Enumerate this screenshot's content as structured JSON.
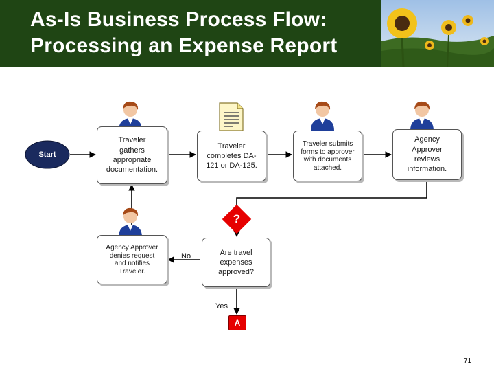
{
  "header": {
    "title_line1": "As-Is Business Process Flow:",
    "title_line2": "Processing an Expense Report",
    "photo": "sunflower-field"
  },
  "flow": {
    "start": "Start",
    "steps": {
      "gather": [
        "Traveler",
        "gathers",
        "appropriate",
        "documentation."
      ],
      "complete": [
        "Traveler",
        "completes DA-",
        "121 or DA-125."
      ],
      "submit": [
        "Traveler submits",
        "forms to approver",
        "with documents",
        "attached."
      ],
      "review": [
        "Agency",
        "Approver",
        "reviews",
        "information."
      ],
      "decision": [
        "Are travel",
        "expenses",
        "approved?"
      ],
      "deny": [
        "Agency Approver",
        "denies request",
        "and notifies",
        "Traveler."
      ]
    },
    "decision_symbol": "?",
    "label_no": "No",
    "label_yes": "Yes",
    "connector": "A"
  },
  "footer": {
    "page_number": "71"
  },
  "colors": {
    "header_bg": "#1f4514",
    "accent_red": "#e60000",
    "start_bg": "#1a2a5e"
  }
}
